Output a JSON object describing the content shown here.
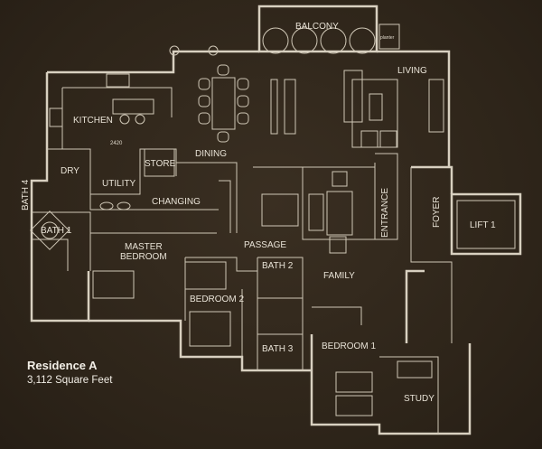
{
  "colors": {
    "background": "#2f261b",
    "lines": "#d8d0c0"
  },
  "rooms": {
    "balcony": "BALCONY",
    "planter": "planter",
    "living": "LIVING",
    "kitchen": "KITCHEN",
    "dining": "DINING",
    "dimension": "2420",
    "dry": "DRY",
    "store": "STORE",
    "utility": "UTILITY",
    "changing": "CHANGING",
    "bath4": "BATH 4",
    "bath1": "BATH 1",
    "master_bedroom_1": "MASTER",
    "master_bedroom_2": "BEDROOM",
    "passage": "PASSAGE",
    "entrance": "ENTRANCE",
    "foyer": "FOYER",
    "lift": "LIFT 1",
    "bath2": "BATH 2",
    "family": "FAMILY",
    "bedroom2": "BEDROOM 2",
    "bath3": "BATH 3",
    "bedroom1": "BEDROOM 1",
    "study": "STUDY"
  },
  "caption": {
    "title": "Residence A",
    "area": "3,112 Square Feet"
  }
}
